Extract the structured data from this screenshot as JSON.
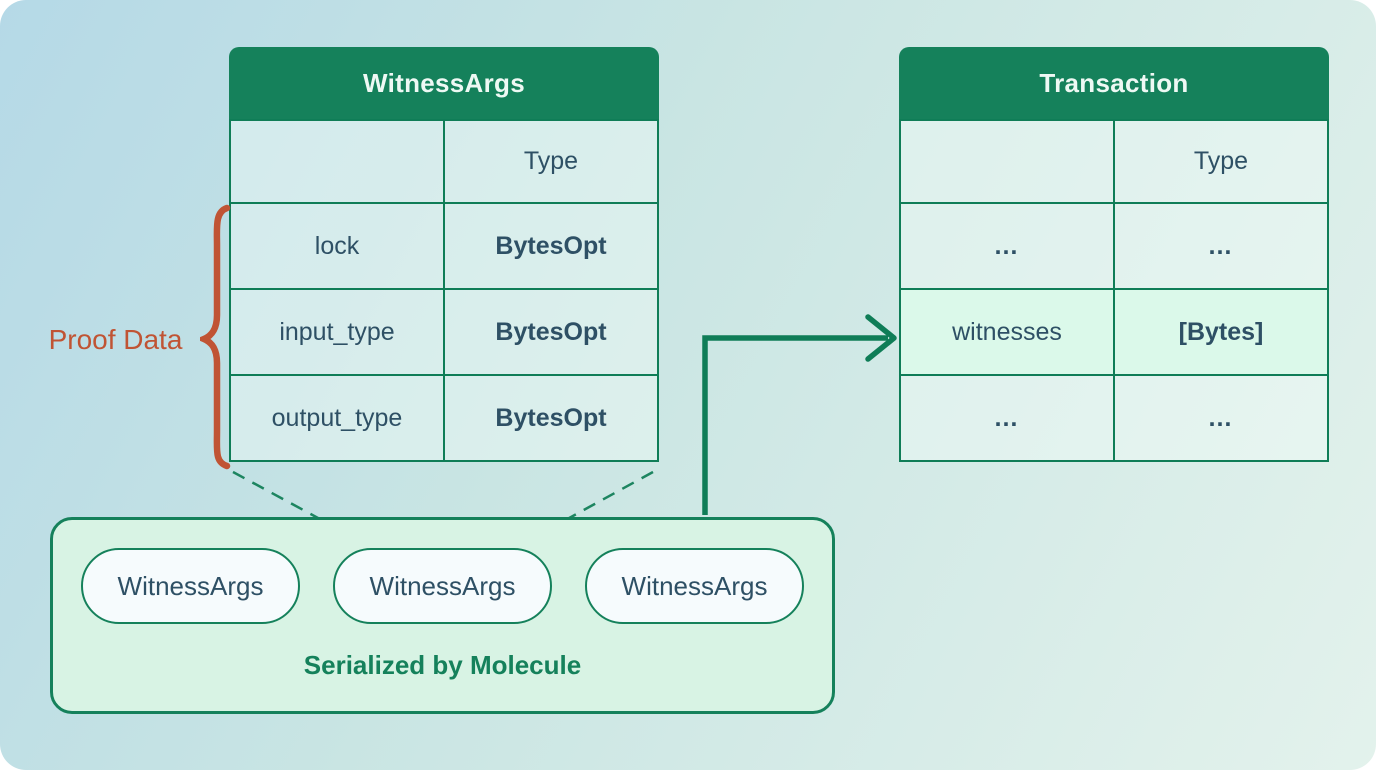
{
  "witness_table": {
    "title": "WitnessArgs",
    "type_header": "Type",
    "rows": [
      {
        "field": "lock",
        "type": "BytesOpt"
      },
      {
        "field": "input_type",
        "type": "BytesOpt"
      },
      {
        "field": "output_type",
        "type": "BytesOpt"
      }
    ]
  },
  "transaction_table": {
    "title": "Transaction",
    "type_header": "Type",
    "rows": [
      {
        "field": "…",
        "type": "…",
        "highlight": false
      },
      {
        "field": "witnesses",
        "type": "[Bytes]",
        "highlight": true
      },
      {
        "field": "…",
        "type": "…",
        "highlight": false
      }
    ]
  },
  "annotations": {
    "proof_data": "Proof Data"
  },
  "serialized_box": {
    "pills": [
      "WitnessArgs",
      "WitnessArgs",
      "WitnessArgs"
    ],
    "label": "Serialized by Molecule"
  },
  "colors": {
    "header_green": "#15815b",
    "border_green": "#0f7d57",
    "annotation_orange": "#c05434",
    "text_navy": "#2e5065",
    "highlight_mint": "#dbf9ea"
  }
}
